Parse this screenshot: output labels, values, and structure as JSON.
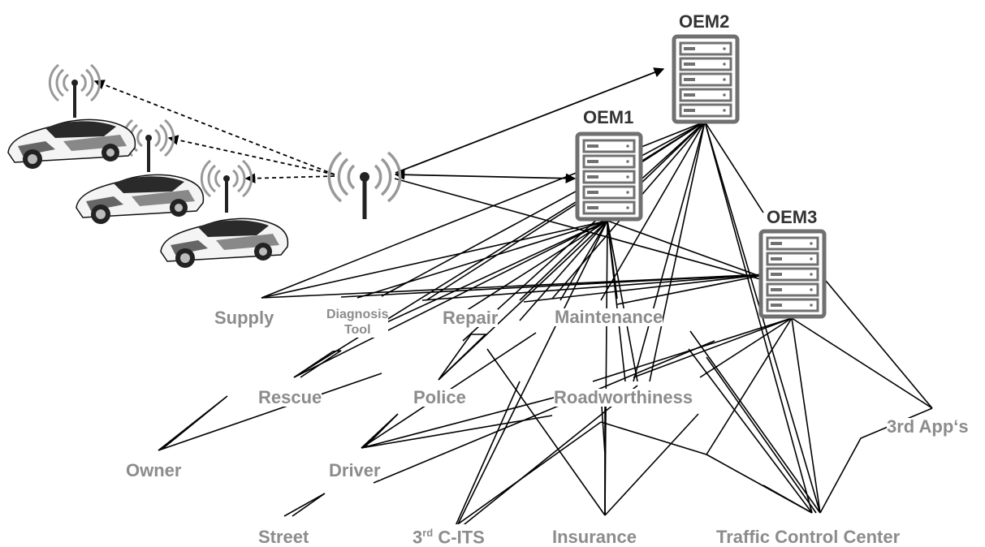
{
  "servers": {
    "oem1": "OEM1",
    "oem2": "OEM2",
    "oem3": "OEM3"
  },
  "stakeholders": {
    "supply": "Supply",
    "diagnosis_tool_line1": "Diagnosis",
    "diagnosis_tool_line2": "Tool",
    "repair": "Repair",
    "maintenance": "Maintenance",
    "rescue": "Rescue",
    "police": "Police",
    "roadworthiness": "Roadworthiness",
    "third_apps": "3rd App‘s",
    "owner": "Owner",
    "driver": "Driver",
    "street": "Street",
    "c_its_prefix": "3",
    "c_its_sup": "rd",
    "c_its_suffix": " C-ITS",
    "insurance": "Insurance",
    "traffic_control_center": "Traffic Control Center"
  },
  "colors": {
    "server_border": "#707070",
    "label_gray": "#8c8c8c",
    "label_dark": "#333333",
    "line": "#000000"
  }
}
